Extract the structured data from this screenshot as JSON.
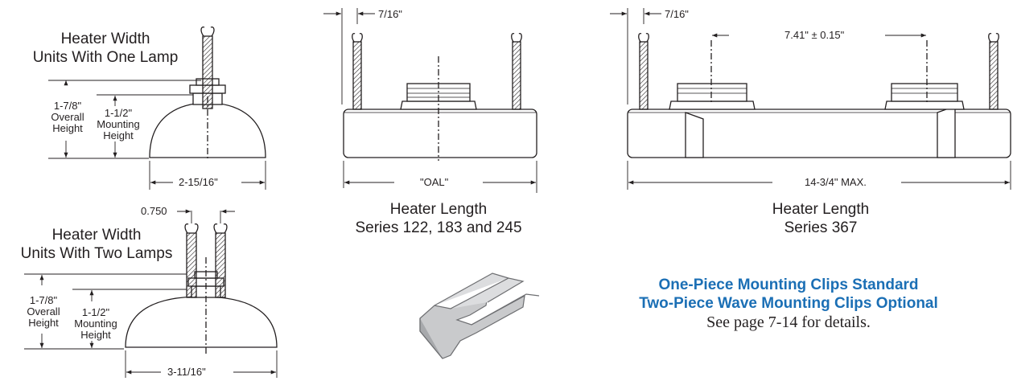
{
  "panel_one_lamp": {
    "title_line1": "Heater Width",
    "title_line2": "Units With One Lamp",
    "overall_label": [
      "1-7/8\"",
      "Overall",
      "Height"
    ],
    "mounting_label": [
      "1-1/2\"",
      "Mounting",
      "Height"
    ],
    "width_dim": "2-15/16\""
  },
  "panel_two_lamps": {
    "title_line1": "Heater Width",
    "title_line2": "Units With Two Lamps",
    "spacing_dim": "0.750",
    "overall_label": [
      "1-7/8\"",
      "Overall",
      "Height"
    ],
    "mounting_label": [
      "1-1/2\"",
      "Mounting",
      "Height"
    ],
    "width_dim": "3-11/16\""
  },
  "panel_series_122": {
    "offset_dim": "7/16\"",
    "length_dim": "\"OAL\"",
    "caption_line1": "Heater Length",
    "caption_line2": "Series 122, 183 and 245"
  },
  "panel_series_367": {
    "offset_dim": "7/16\"",
    "lamp_spacing_dim": "7.41\" ± 0.15\"",
    "length_dim": "14-3/4\" MAX.",
    "caption_line1": "Heater Length",
    "caption_line2": "Series 367"
  },
  "clips_note": {
    "line1": "One-Piece Mounting Clips Standard",
    "line2": "Two-Piece Wave Mounting Clips Optional",
    "line3": "See page 7-14 for details."
  },
  "colors": {
    "accent_blue": "#1b6fb5",
    "ink": "#231f20"
  }
}
